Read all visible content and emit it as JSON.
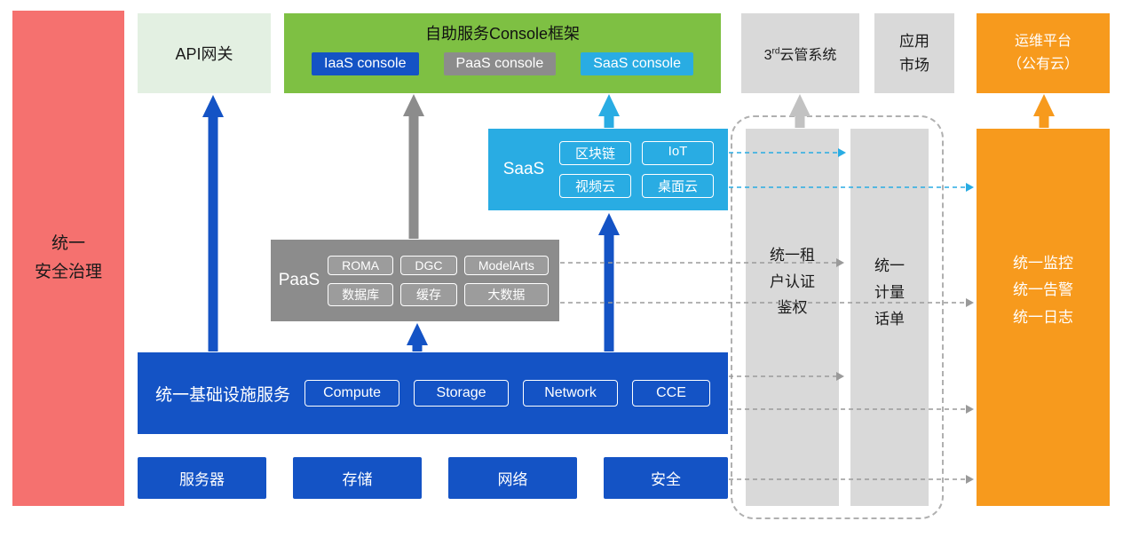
{
  "colors": {
    "red": "#F5716F",
    "pale-green": "#E3F0E2",
    "green": "#7EC043",
    "blue": "#1453C5",
    "gray": "#8C8C8C",
    "gray-chip": "#9C9C9C",
    "light-gray": "#D9D9D9",
    "cyan": "#29ACE3",
    "orange": "#F79A1D",
    "dash": "#9A9A9A"
  },
  "left_bar": {
    "label": "统一\n安全治理"
  },
  "top": {
    "api_gateway": "API网关",
    "console_frame": {
      "title": "自助服务Console框架",
      "consoles": [
        "IaaS console",
        "PaaS console",
        "SaaS console"
      ]
    },
    "third_cloud": {
      "base": "3",
      "sup": "rd",
      "rest": "云管系统"
    },
    "app_market": "应用\n市场",
    "om_platform": "运维平台\n（公有云）"
  },
  "saas": {
    "label": "SaaS",
    "items": [
      "区块链",
      "IoT",
      "视频云",
      "桌面云"
    ]
  },
  "paas": {
    "label": "PaaS",
    "items": [
      "ROMA",
      "DGC",
      "ModelArts",
      "数据库",
      "缓存",
      "大数据"
    ]
  },
  "infra": {
    "label": "统一基础设施服务",
    "items": [
      "Compute",
      "Storage",
      "Network",
      "CCE"
    ]
  },
  "bottom_row": [
    "服务器",
    "存储",
    "网络",
    "安全"
  ],
  "right": {
    "auth_bar": "统一租\n户认证\n鉴权",
    "billing_bar": "统一\n计量\n话单",
    "monitor_box": "统一监控\n统一告警\n统一日志"
  }
}
